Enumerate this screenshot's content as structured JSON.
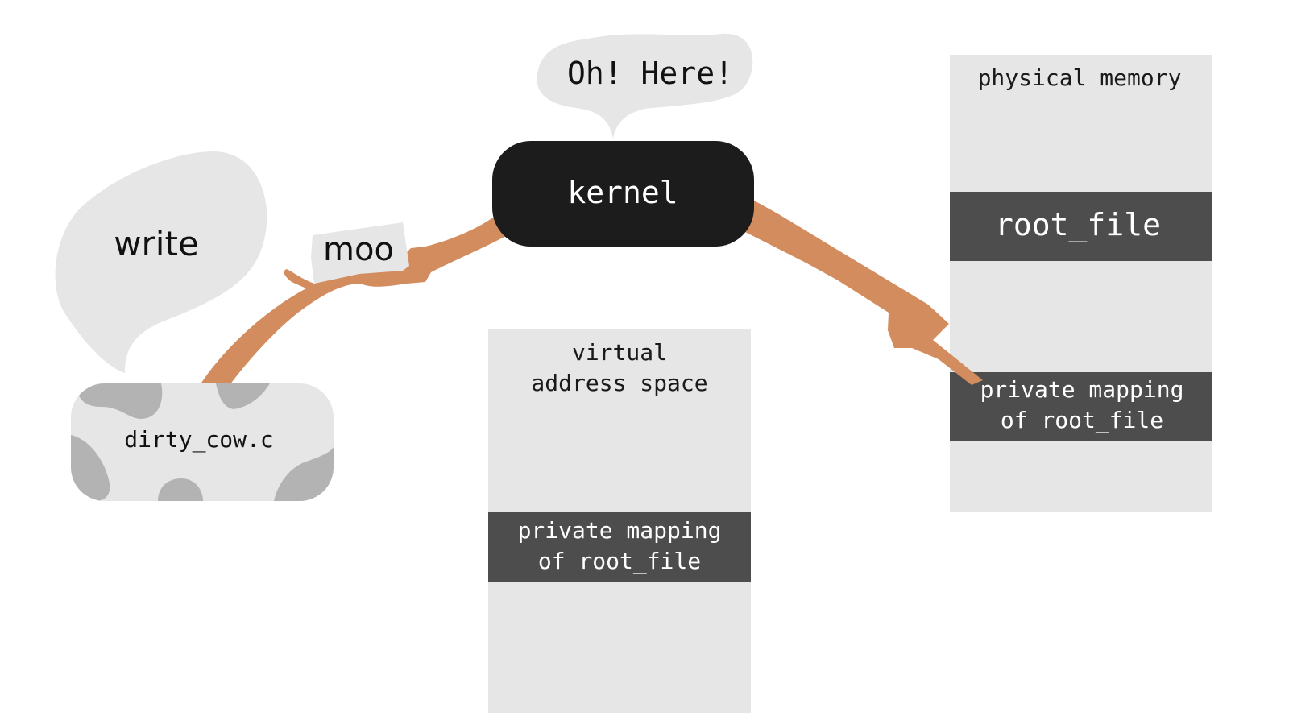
{
  "bubbles": {
    "write": "write",
    "oh_here": "Oh! Here!"
  },
  "note": {
    "moo": "moo"
  },
  "nodes": {
    "kernel": "kernel",
    "program": "dirty_cow.c"
  },
  "virtual_memory": {
    "title_line1": "virtual",
    "title_line2": "address space",
    "mapping_line1": "private mapping",
    "mapping_line2": "of root_file"
  },
  "physical_memory": {
    "title": "physical memory",
    "root_file": "root_file",
    "mapping_line1": "private mapping",
    "mapping_line2": "of root_file"
  },
  "colors": {
    "arm": "#d38c5e",
    "bubble": "#e6e6e6",
    "kernel": "#1c1c1c",
    "block": "#4d4d4d",
    "memory": "#e6e6e6",
    "cow_spot": "#b3b3b3"
  }
}
